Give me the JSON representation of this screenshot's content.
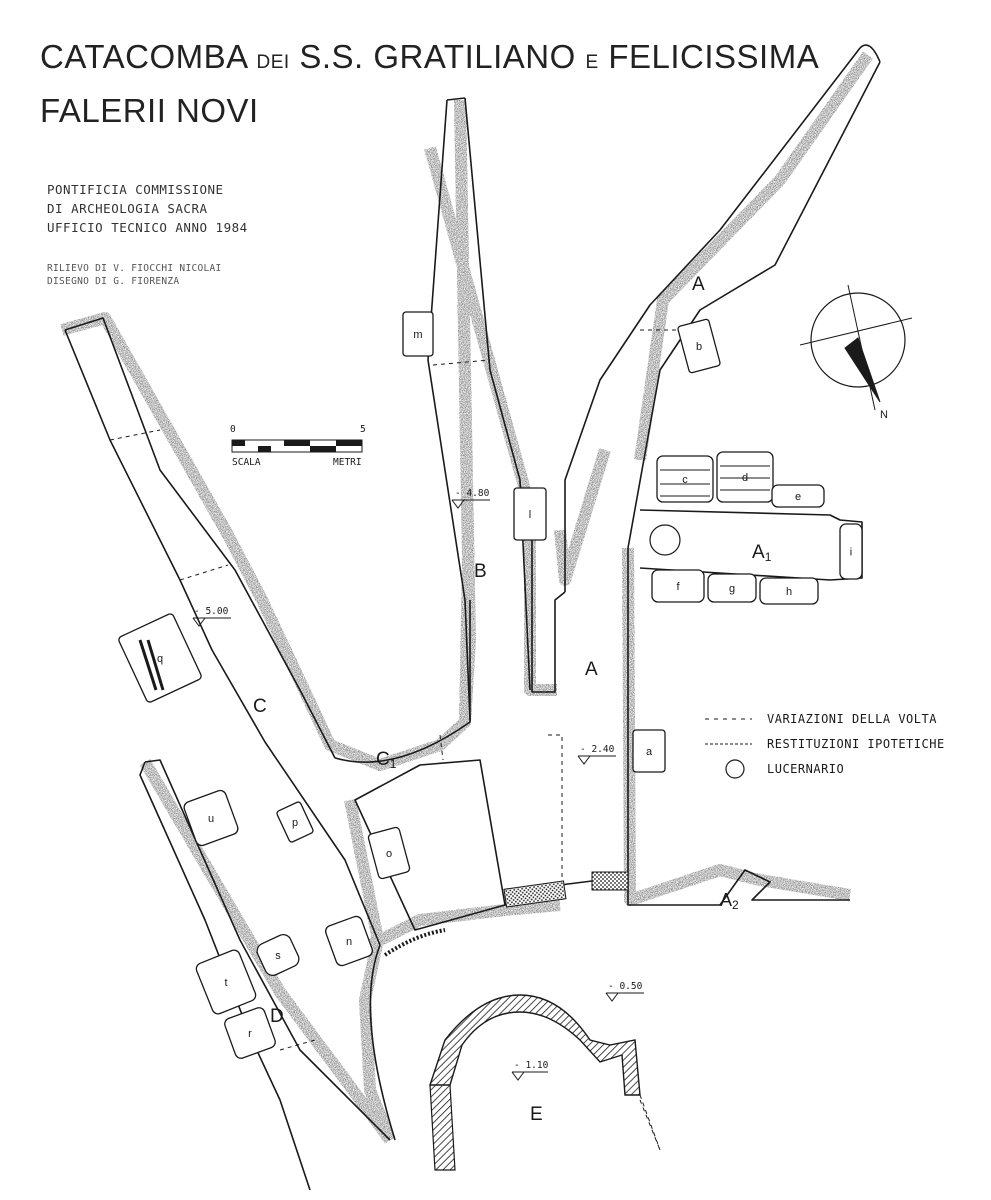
{
  "title": {
    "line1_a": "CATACOMBA ",
    "line1_b": "DEI",
    "line1_c": " S.S. GRATILIANO ",
    "line1_d": "E",
    "line1_e": " FELICISSIMA",
    "line2": "FALERII NOVI"
  },
  "credits": {
    "line1": "PONTIFICIA COMMISSIONE",
    "line2": "DI ARCHEOLOGIA SACRA",
    "line3": "UFFICIO TECNICO   ANNO 1984",
    "survey": "RILIEVO DI  V. FIOCCHI NICOLAI",
    "drawing": "DISEGNO DI  G. FIORENZA"
  },
  "scale": {
    "start": "0",
    "end": "5",
    "left_label": "SCALA",
    "right_label": "METRI"
  },
  "north": {
    "label": "N"
  },
  "legend": {
    "vault": "VARIAZIONI DELLA VOLTA",
    "hypothetical": "RESTITUZIONI IPOTETICHE",
    "skylight": "LUCERNARIO"
  },
  "galleries": {
    "A": "A",
    "A_lower": "A",
    "A1": "A",
    "A1_sub": "1",
    "A2": "A",
    "A2_sub": "2",
    "B": "B",
    "C": "C",
    "C1": "C",
    "C1_sub": "1",
    "D": "D",
    "E": "E"
  },
  "tombs": [
    "a",
    "b",
    "c",
    "d",
    "e",
    "f",
    "g",
    "h",
    "i",
    "l",
    "m",
    "n",
    "o",
    "p",
    "q",
    "r",
    "s",
    "t",
    "u"
  ],
  "levels": {
    "A": "- 2.40",
    "B": "- 4.80",
    "C": "- 5.00",
    "junction": "- 0.50",
    "E": "- 1.10"
  },
  "colors": {
    "ink": "#1a1a1a",
    "stipple": "#9a9a9a",
    "paper": "#ffffff"
  }
}
